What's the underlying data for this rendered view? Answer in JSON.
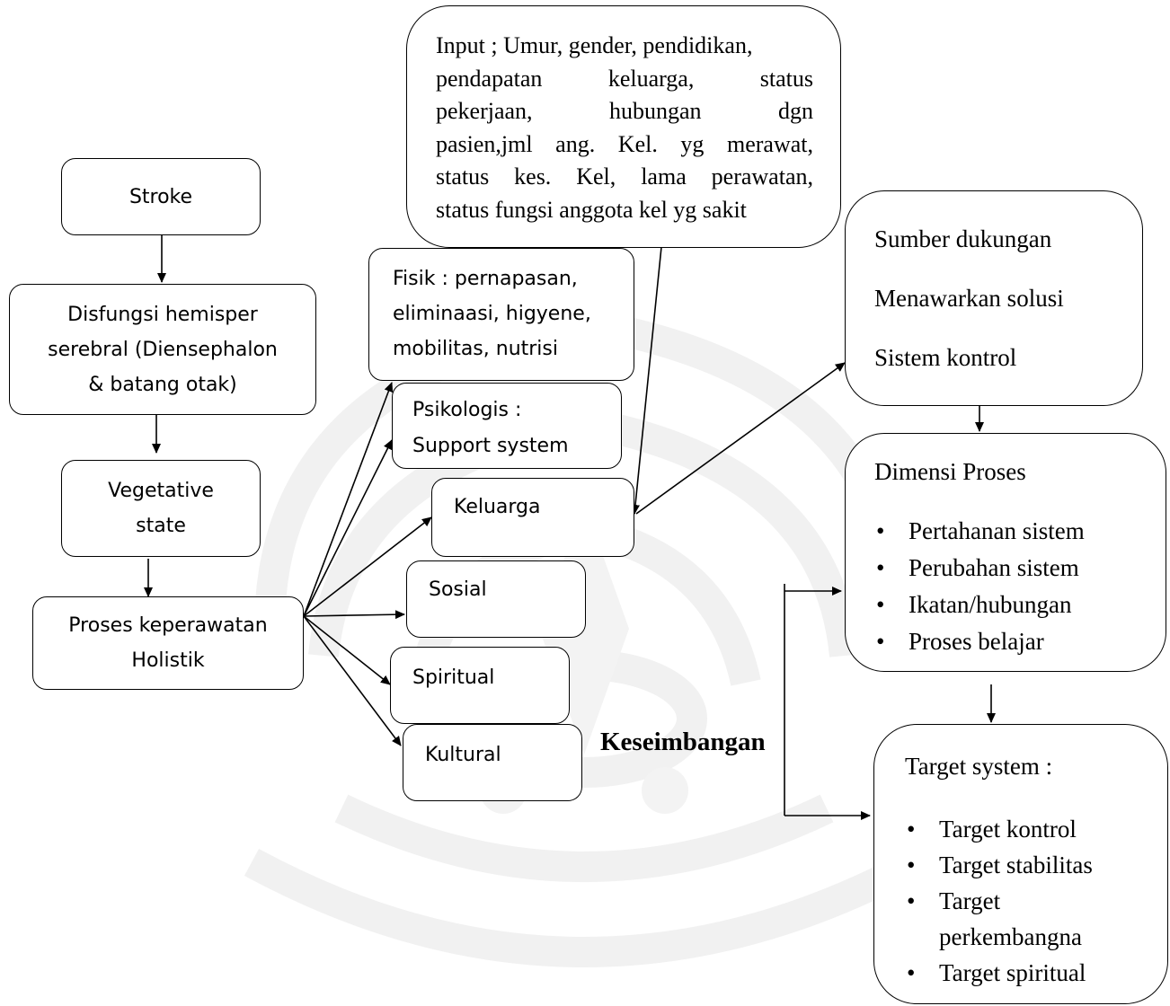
{
  "nodes": {
    "stroke": "Stroke",
    "disfungsi": [
      "Disfungsi hemisper",
      "serebral (Diensephalon",
      "& batang otak)"
    ],
    "vegetative": [
      "Vegetative",
      "state"
    ],
    "proses": [
      "Proses keperawatan",
      "Holistik"
    ],
    "input_lines": [
      "Input ; Umur, gender, pendidikan,",
      "pendapatan keluarga, status",
      "pekerjaan, hubungan dgn",
      "pasien,jml ang. Kel. yg merawat,",
      "status kes. Kel, lama perawatan,",
      "status fungsi anggota kel yg sakit"
    ],
    "fisik": [
      "Fisik : pernapasan,",
      "eliminaasi, higyene,",
      "mobilitas, nutrisi"
    ],
    "psikologis": [
      "Psikologis :",
      "Support system"
    ],
    "keluarga": "Keluarga",
    "sosial": "Sosial",
    "spiritual": "Spiritual",
    "kultural": "Kultural",
    "sumber": [
      "Sumber dukungan",
      "Menawarkan solusi",
      "Sistem kontrol"
    ],
    "dimensi": {
      "title": "Dimensi Proses",
      "items": [
        "Pertahanan sistem",
        "Perubahan sistem",
        "Ikatan/hubungan",
        "Proses belajar"
      ]
    },
    "target": {
      "title": "Target system :",
      "items": [
        "Target kontrol",
        "Target stabilitas",
        "Target perkembangna",
        "Target spiritual"
      ]
    }
  },
  "keseimbangan_label": "Keseimbangan"
}
